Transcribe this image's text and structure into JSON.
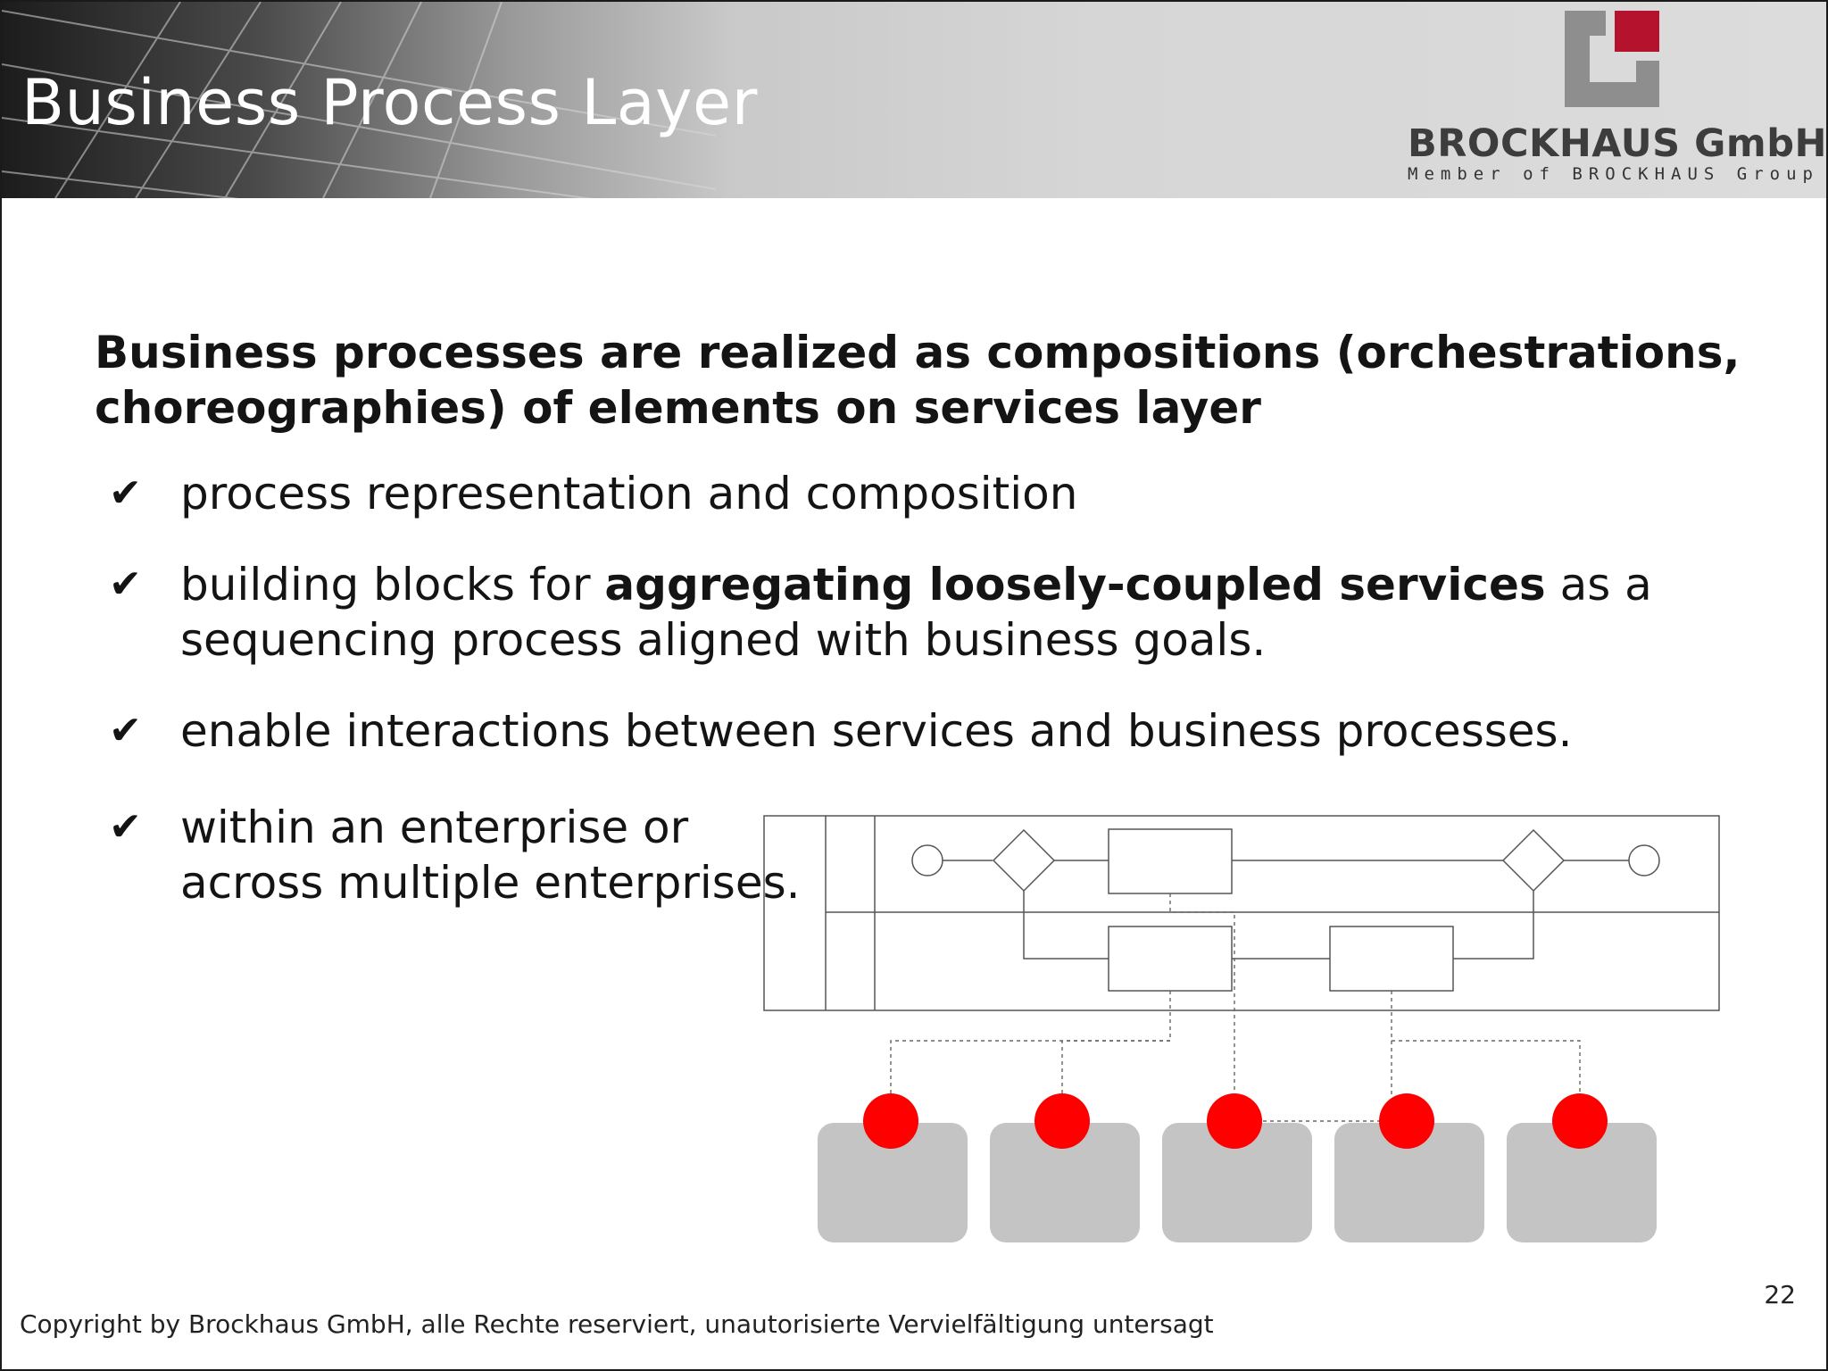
{
  "header": {
    "title": "Business Process Layer",
    "logo_name": "BROCKHAUS GmbH",
    "logo_tagline": "Member of BROCKHAUS Group",
    "logo_colors": {
      "gray": "#8e8e8e",
      "red": "#b5122e"
    }
  },
  "content": {
    "heading": "Business processes are realized as compositions (orchestrations, choreographies) of elements on services layer",
    "check_glyph": "✔",
    "bullets": [
      {
        "text": "process representation and composition"
      },
      {
        "pre": "building blocks for ",
        "bold": "aggregating loosely-coupled services",
        "post": " as a sequencing process aligned with business goals."
      },
      {
        "text": "enable interactions between services and business processes."
      },
      {
        "text": "within an enterprise or across multiple enterprises."
      }
    ]
  },
  "diagram": {
    "service_count": 5,
    "service_fill": "#c4c4c4",
    "service_dot_color": "#ff0000"
  },
  "footer": {
    "copyright": "Copyright by Brockhaus GmbH, alle Rechte reserviert, unautorisierte Vervielfältigung untersagt",
    "page_number": "22"
  }
}
